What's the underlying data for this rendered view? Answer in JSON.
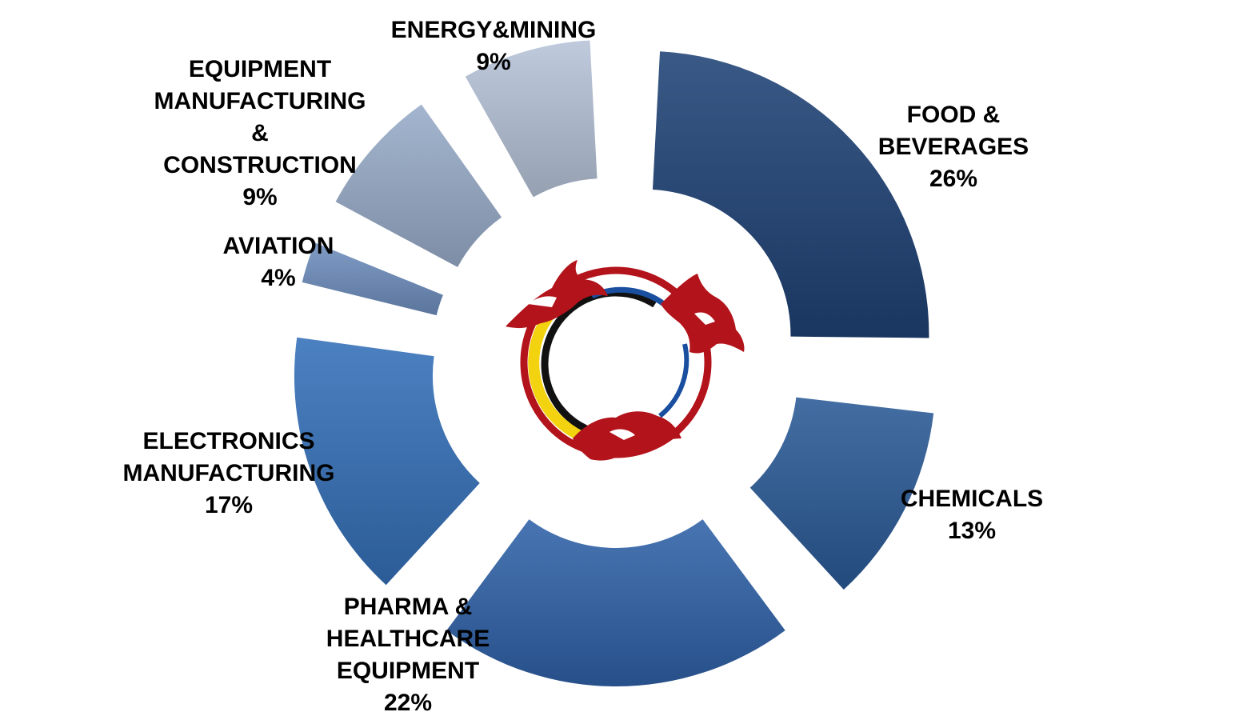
{
  "chart_data": {
    "type": "pie",
    "style": "exploded-donut",
    "title": "",
    "slices": [
      {
        "label_lines": [
          "FOOD &",
          "BEVERAGES"
        ],
        "pct_label": "26%",
        "value": 26,
        "color": "#1f4275"
      },
      {
        "label_lines": [
          "CHEMICALS"
        ],
        "pct_label": "13%",
        "value": 13,
        "color": "#2b5a97"
      },
      {
        "label_lines": [
          "PHARMA &",
          "HEALTHCARE",
          "EQUIPMENT"
        ],
        "pct_label": "22%",
        "value": 22,
        "color": "#2f62a8"
      },
      {
        "label_lines": [
          "ELECTRONICS",
          "MANUFACTURING"
        ],
        "pct_label": "17%",
        "value": 17,
        "color": "#3470b8"
      },
      {
        "label_lines": [
          "AVIATION"
        ],
        "pct_label": "4%",
        "value": 4,
        "color": "#6f8fbe"
      },
      {
        "label_lines": [
          "EQUIPMENT",
          "MANUFACTURING",
          "&",
          "CONSTRUCTION"
        ],
        "pct_label": "9%",
        "value": 9,
        "color": "#98acc9"
      },
      {
        "label_lines": [
          "ENERGY&MINING"
        ],
        "pct_label": "9%",
        "value": 9,
        "color": "#b6c3d8"
      }
    ]
  },
  "center_logo": {
    "name": "dragon-ring-logo",
    "colors": [
      "#b3131b",
      "#f3d210",
      "#000000",
      "#1a4fa0"
    ]
  }
}
